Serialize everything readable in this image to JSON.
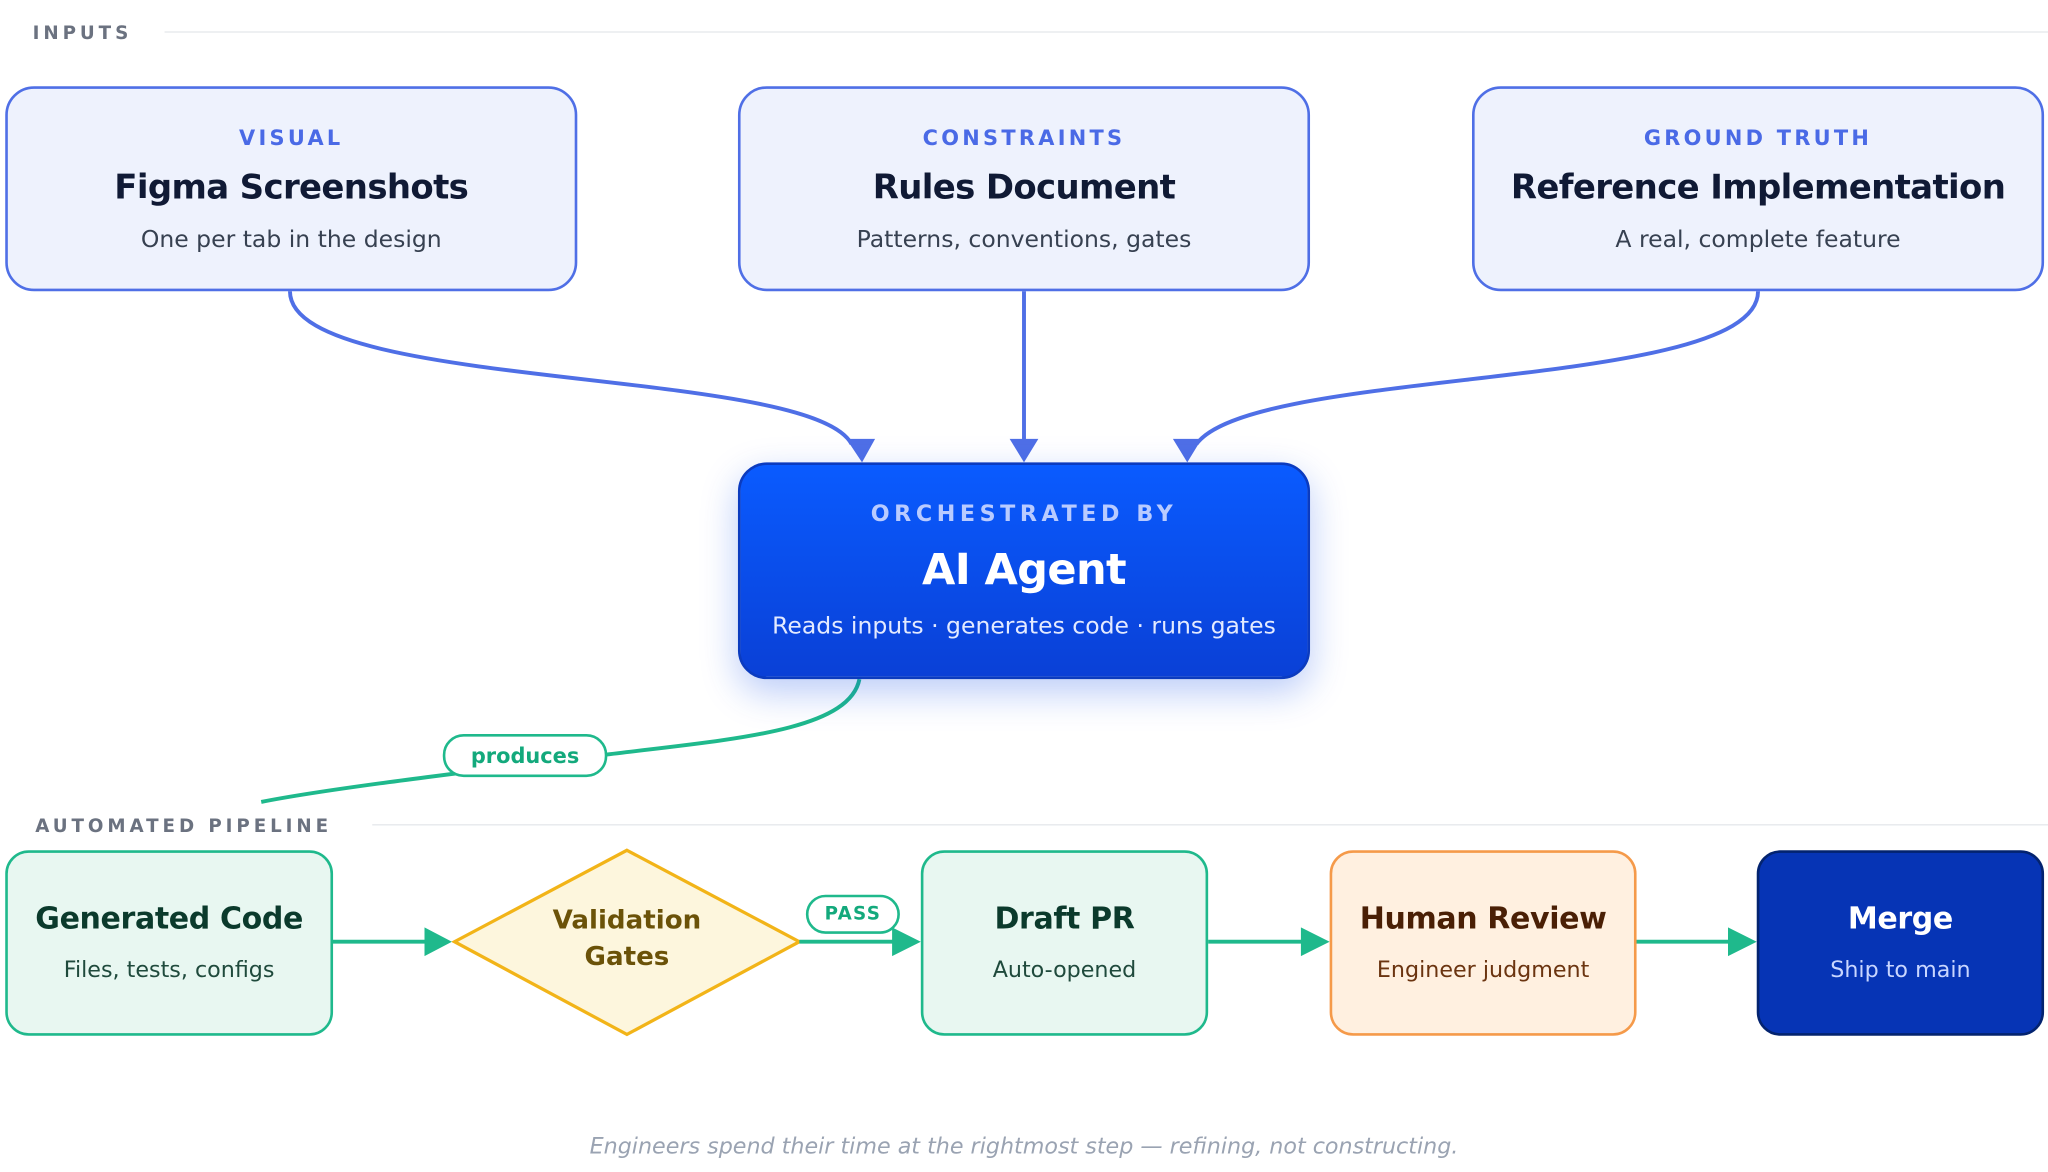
{
  "sections": {
    "inputs_label": "INPUTS",
    "pipeline_label": "AUTOMATED PIPELINE"
  },
  "inputs": [
    {
      "kicker": "VISUAL",
      "title": "Figma Screenshots",
      "subtitle": "One per tab in the design"
    },
    {
      "kicker": "CONSTRAINTS",
      "title": "Rules Document",
      "subtitle": "Patterns, conventions, gates"
    },
    {
      "kicker": "GROUND TRUTH",
      "title": "Reference Implementation",
      "subtitle": "A real, complete feature"
    }
  ],
  "agent": {
    "kicker": "ORCHESTRATED BY",
    "title": "AI Agent",
    "subtitle": "Reads inputs · generates code · runs gates"
  },
  "edges": {
    "produces_label": "produces",
    "pass_label": "PASS"
  },
  "pipeline": {
    "generated_code": {
      "title": "Generated Code",
      "subtitle": "Files, tests, configs"
    },
    "validation": {
      "title_line1": "Validation",
      "title_line2": "Gates"
    },
    "draft_pr": {
      "title": "Draft PR",
      "subtitle": "Auto-opened"
    },
    "human_review": {
      "title": "Human Review",
      "subtitle": "Engineer judgment"
    },
    "merge": {
      "title": "Merge",
      "subtitle": "Ship to main"
    }
  },
  "caption": "Engineers spend their time at the rightmost step — refining, not constructing.",
  "colors": {
    "input_border": "#4f6fe6",
    "input_fill": "#eef2fd",
    "agent_fill": "#0a4ff0",
    "pipeline_green": "#1fb98c",
    "validation_amber": "#f2b418",
    "review_orange": "#f59a4a",
    "merge_navy": "#0634b5"
  }
}
